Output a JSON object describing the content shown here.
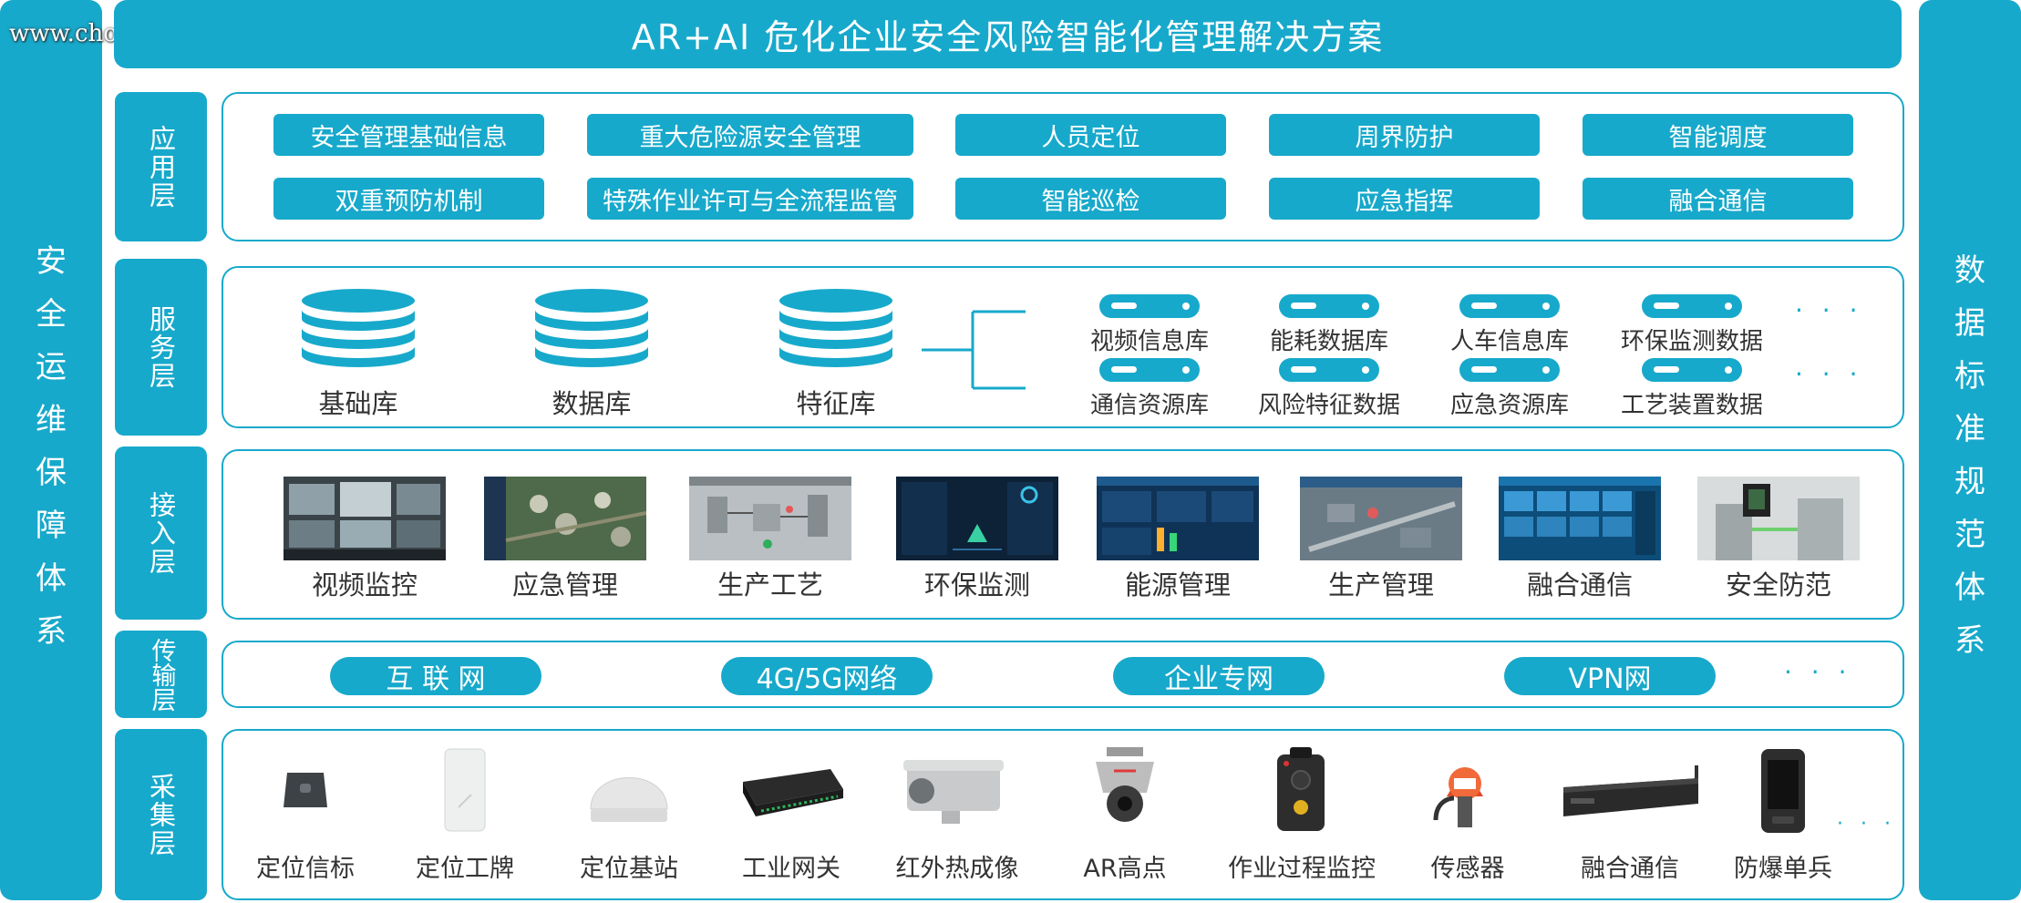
{
  "title": "AR+AI 危化企业安全风险智能化管理解决方案",
  "watermark": "www.choorland.com",
  "left_side": {
    "chars": [
      "安",
      "全",
      "运",
      "维",
      "保",
      "障",
      "体",
      "系"
    ]
  },
  "right_side": {
    "chars": [
      "数",
      "据",
      "标",
      "准",
      "规",
      "范",
      "体",
      "系"
    ]
  },
  "layers": {
    "app": {
      "label": "应用层",
      "items": [
        "安全管理基础信息",
        "重大危险源安全管理",
        "人员定位",
        "周界防护",
        "智能调度",
        "双重预防机制",
        "特殊作业许可与全流程监管",
        "智能巡检",
        "应急指挥",
        "融合通信"
      ]
    },
    "service": {
      "label": "服务层",
      "dbs": [
        "基础库",
        "数据库",
        "特征库"
      ],
      "libs_row1": [
        "视频信息库",
        "能耗数据库",
        "人车信息库",
        "环保监测数据"
      ],
      "libs_row2": [
        "通信资源库",
        "风险特征数据",
        "应急资源库",
        "工艺装置数据"
      ],
      "more": "· · ·"
    },
    "access": {
      "label": "接入层",
      "items": [
        "视频监控",
        "应急管理",
        "生产工艺",
        "环保监测",
        "能源管理",
        "生产管理",
        "融合通信",
        "安全防范"
      ]
    },
    "transport": {
      "label": "传输层",
      "items": [
        "互 联 网",
        "4G/5G网络",
        "企业专网",
        "VPN网"
      ],
      "more": "· · ·"
    },
    "collect": {
      "label": "采集层",
      "items": [
        "定位信标",
        "定位工牌",
        "定位基站",
        "工业网关",
        "红外热成像",
        "AR高点",
        "作业过程监控",
        "传感器",
        "融合通信",
        "防爆单兵"
      ],
      "more": "· · ·"
    }
  },
  "colors": {
    "accent": "#17a9cb",
    "text": "#333333"
  }
}
